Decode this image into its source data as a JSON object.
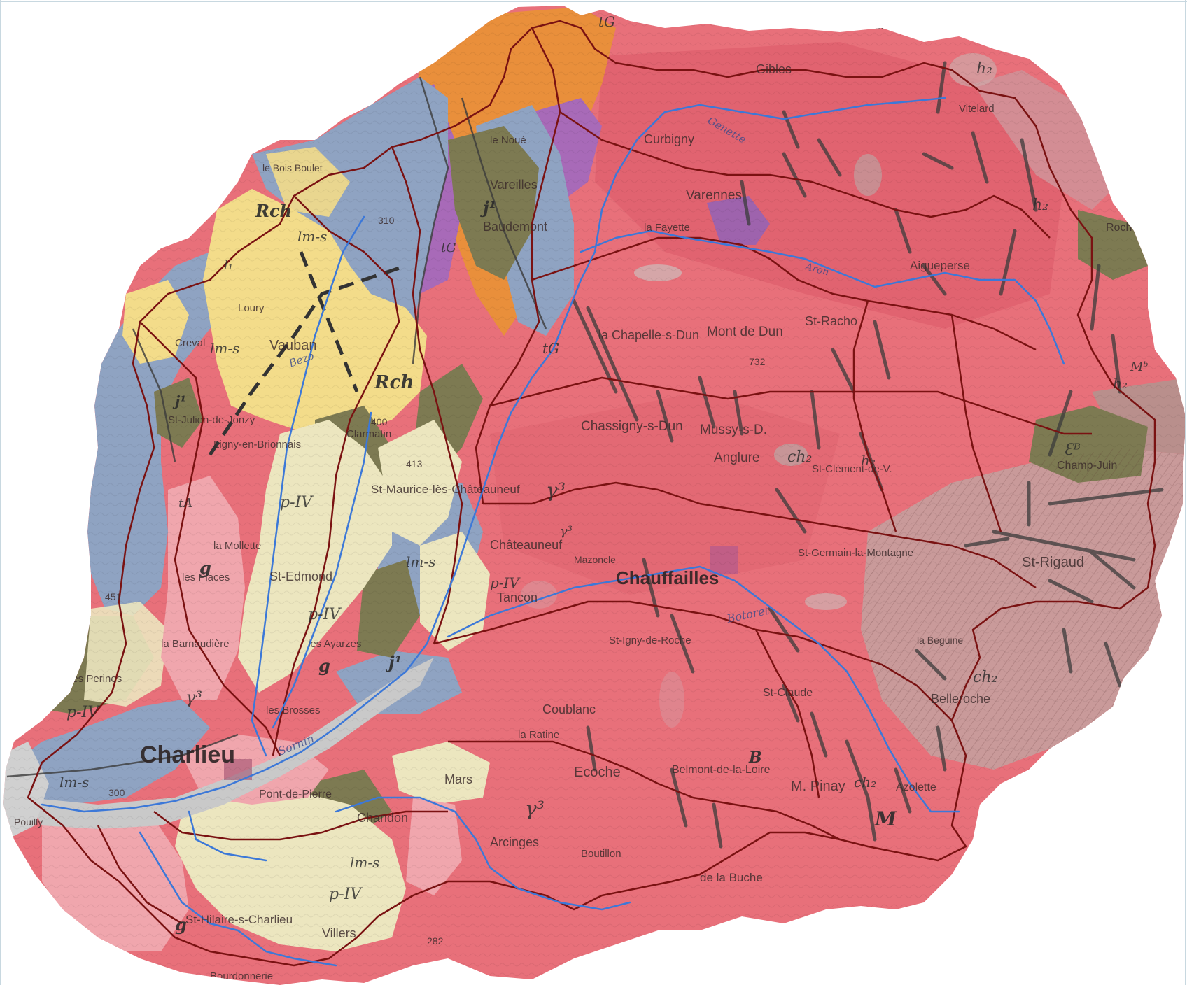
{
  "colors": {
    "granite": "#e8707a",
    "granite_dark": "#d55866",
    "tuff_pink": "#f0a6ad",
    "gneiss": "#c99a9a",
    "limestone_blue": "#8fa3c2",
    "olive": "#7d7a52",
    "cream": "#ece6bf",
    "yellow": "#f3dc8a",
    "orange": "#e98f3b",
    "purple": "#a86ab8",
    "grey_alluvium": "#c9c9c9",
    "basin_outline": "#7a1212",
    "river": "#3c78d8",
    "fault": "#3b3b3b",
    "background": "#ffffff"
  },
  "places": {
    "charlieu": "Charlieu",
    "chauffailles": "Chauffailles",
    "vauban": "Vauban",
    "chassigny": "Chassigny-s-Dun",
    "mussy": "Mussy-s-D.",
    "anglure": "Anglure",
    "chateauneuf": "Châteauneuf",
    "mazoncle": "Mazoncle",
    "tancon": "Tancon",
    "coublanc": "Coublanc",
    "belmont": "Belmont-de-la-Loire",
    "arcinges": "Arcinges",
    "st_hilaire": "St-Hilaire-s-Charlieu",
    "villers": "Villers",
    "pont_de_pierre": "Pont-de-Pierre",
    "chandon": "Chandon",
    "mars": "Mars",
    "st_edmond": "St-Edmond",
    "st_maurice": "St-Maurice-lès-Châteauneuf",
    "st_julien": "St-Julien-de-Jonzy",
    "ligny": "Ligny-en-Brionnais",
    "la_mollette": "la Mollette",
    "les_places": "les Places",
    "la_barnaudiere": "la Barnaudière",
    "les_perines": "les Perines",
    "les_brosses": "les Brosses",
    "les_ayarzes": "les Ayarzes",
    "varennes": "Varennes",
    "la_chapelle": "la Chapelle-s-Dun",
    "curbigny": "Curbigny",
    "gibles": "Gibles",
    "montmelard": "Montmelard",
    "vitelard": "Vitelard",
    "st_racho": "St-Racho",
    "mont_de_dun": "Mont de Dun",
    "st_germain": "St-Germain-la-Montagne",
    "st_clement": "St-Clément-de-V.",
    "st_igny": "St-Igny-de-Roche",
    "st_claude": "St-Claude",
    "st_rigaud": "St-Rigaud",
    "belleroche": "Belleroche",
    "ecoche": "Ecoche",
    "la_ratine": "la Ratine",
    "boutillon": "Boutillon",
    "la_buche": "de la Buche",
    "m_pinay": "M. Pinay",
    "azole": "Azolette",
    "la_beguine": "la Beguine",
    "loury": "Loury",
    "creval": "Creval",
    "le_bois_boulet": "le Bois Boulet",
    "bordonnerie": "Bourdonnerie",
    "clarmatin": "Clarmatin",
    "baudemont": "Baudemont",
    "vareilles": "Vareilles",
    "noue": "le Noué",
    "aigueperse": "Aigueperse",
    "la_fayette": "la Fayette",
    "la_roche": "Roche",
    "champ_juin": "Champ-Juin",
    "poulty": "Pouilly"
  },
  "geology": {
    "rch1": "Rch",
    "rch2": "Rch",
    "lms1": "lm-s",
    "lms2": "lm-s",
    "lms3": "lm-s",
    "lms4": "lm-s",
    "lms5": "lm-s",
    "piv1": "p-IV",
    "piv2": "p-IV",
    "piv3": "p-IV",
    "piv4": "p-IV",
    "piv5": "p-IV",
    "g1": "g",
    "g2": "g",
    "g3": "g",
    "j1a": "j¹",
    "j1b": "j¹",
    "j1c": "j¹",
    "gamma3a": "γ³",
    "gamma3b": "γ³",
    "gamma3c": "γ³",
    "gamma3d": "γ³",
    "tg1": "tG",
    "tg2": "tG",
    "tg3": "tG",
    "h2a": "h₂",
    "h2b": "h₂",
    "h2c": "h₂",
    "h2d": "h₂",
    "ch2a": "ch₂",
    "ch2b": "ch₂",
    "ch2c": "ch₂",
    "ta": "tA",
    "li1": "l₁",
    "e": "Ɛᴮ",
    "m": "M",
    "b": "B",
    "mb": "Mᵇ"
  },
  "rivers": {
    "sornin": "Sornin",
    "botoret": "Botoret",
    "bezo": "Bezo",
    "genette": "Genette",
    "aron": "Aron"
  },
  "elevations": {
    "e310": "310",
    "e413": "413",
    "e451": "451",
    "e300": "300",
    "e282": "282",
    "e732": "732",
    "e400": "400"
  }
}
